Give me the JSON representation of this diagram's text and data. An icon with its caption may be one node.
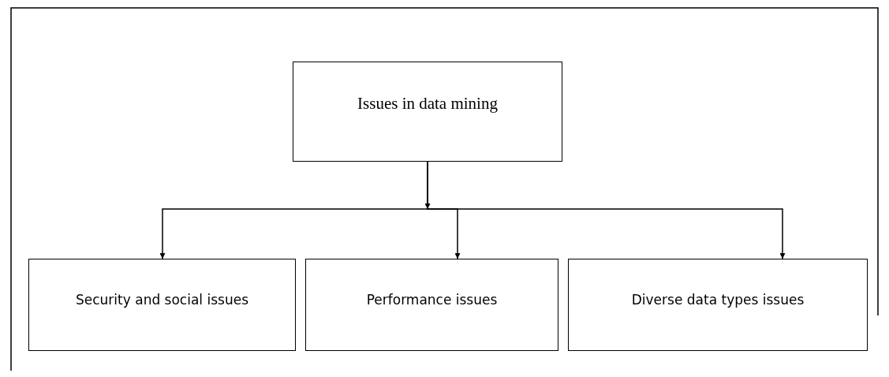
{
  "diagram": {
    "nodes": [
      {
        "text": [
          "Issues in data mining"
        ]
      },
      {
        "text": [
          "Security and social issues"
        ]
      },
      {
        "text": [
          "Performance issues"
        ]
      },
      {
        "text": [
          "Diverse data types issues"
        ]
      }
    ],
    "edges": [
      {
        "from": 0,
        "to": 1,
        "arrow": "to"
      },
      {
        "from": 0,
        "to": 2,
        "arrow": "to"
      },
      {
        "from": 0,
        "to": 3,
        "arrow": "to"
      }
    ]
  }
}
